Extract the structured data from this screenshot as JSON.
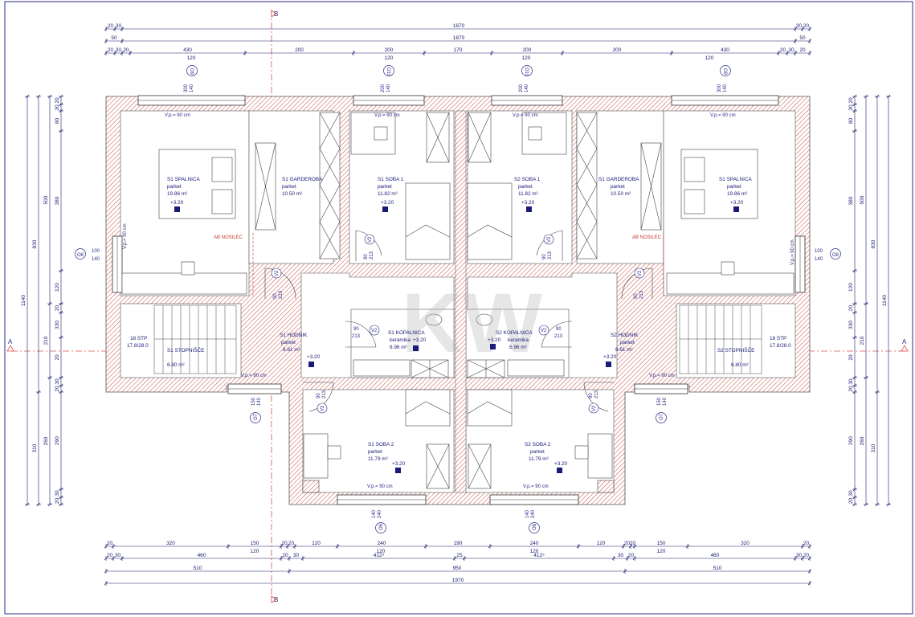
{
  "section": {
    "a_label": "A",
    "b_label": "B"
  },
  "dims_top_row1": [
    "20",
    "30",
    "1870",
    "30",
    "20"
  ],
  "dims_top_row2": [
    "50",
    "1870",
    "50"
  ],
  "dims_top_row3": [
    "20",
    "30",
    "20",
    "430",
    "200",
    "200",
    "170",
    "200",
    "200",
    "430",
    "20",
    "30",
    "20"
  ],
  "dims_top_row3_sub": [
    "120",
    "120",
    "120",
    "120"
  ],
  "dims_bottom_row1": [
    "20",
    "320",
    "150",
    "20",
    "20",
    "120",
    "240",
    "190",
    "240",
    "120",
    "20",
    "20",
    "150",
    "320",
    "20"
  ],
  "dims_bottom_row1_sub": [
    "120",
    "120",
    "120",
    "120"
  ],
  "dims_bottom_row2": [
    "20",
    "30",
    "460",
    "20",
    "30",
    "412⁵",
    "25",
    "412⁵",
    "30",
    "20",
    "460",
    "30",
    "20"
  ],
  "dims_bottom_row3": [
    "510",
    "950",
    "510"
  ],
  "dims_bottom_row4": "1970",
  "dims_left_outer": "1140",
  "dims_left_mid": [
    "830",
    "310"
  ],
  "dims_left_inner": [
    "500",
    "210",
    "260"
  ],
  "dims_left_detail": [
    "20",
    "30",
    "80",
    "380",
    "120",
    "20",
    "330",
    "20",
    "30",
    "20",
    "290",
    "30",
    "20"
  ],
  "dims_right_outer": "1140",
  "dims_right_mid": [
    "830",
    "310"
  ],
  "dims_right_inner": [
    "500",
    "210",
    "260"
  ],
  "dims_right_detail": [
    "20",
    "30",
    "80",
    "380",
    "120",
    "20",
    "330",
    "20",
    "30",
    "20",
    "290",
    "30",
    "20"
  ],
  "windows": [
    {
      "id": "O9",
      "w": "140",
      "h": "300"
    },
    {
      "id": "O10",
      "w": "140",
      "h": "200"
    },
    {
      "id": "O10",
      "w": "140",
      "h": "200"
    },
    {
      "id": "O9",
      "w": "140",
      "h": "300"
    },
    {
      "id": "O8",
      "w": "140",
      "h": "100"
    },
    {
      "id": "O8",
      "w": "140",
      "h": "100"
    },
    {
      "id": "O7",
      "w": "140",
      "h": "150"
    },
    {
      "id": "O7",
      "w": "140",
      "h": "150"
    },
    {
      "id": "O6",
      "w": "240",
      "h": "140"
    },
    {
      "id": "O6",
      "w": "240",
      "h": "140"
    }
  ],
  "vp_label": "V.p.= 90 cm",
  "doors": [
    {
      "id": "V2",
      "w": "90",
      "h": "213"
    },
    {
      "id": "V2",
      "w": "90",
      "h": "213"
    },
    {
      "id": "V2",
      "w": "90",
      "h": "213"
    },
    {
      "id": "V2",
      "w": "90",
      "h": "213"
    },
    {
      "id": "V2",
      "w": "90",
      "h": "213"
    },
    {
      "id": "V2",
      "w": "90",
      "h": "213"
    },
    {
      "id": "V2",
      "w": "90",
      "h": "213"
    },
    {
      "id": "V2",
      "w": "90",
      "h": "213"
    }
  ],
  "rooms": [
    {
      "name": "S1 SPALNICA",
      "floor": "parket",
      "area": "19.86 m²",
      "level": "+3.20"
    },
    {
      "name": "S1 GARDEROBA",
      "floor": "parket",
      "area": "10.50 m²",
      "level": ""
    },
    {
      "name": "S1 SOBA 1",
      "floor": "parket",
      "area": "11.82 m²",
      "level": "+3.20"
    },
    {
      "name": "S2 SOBA 1",
      "floor": "parket",
      "area": "11.82 m²",
      "level": "+3.20"
    },
    {
      "name": "S1 GARDEROBA",
      "floor": "parket",
      "area": "10.50 m²",
      "level": ""
    },
    {
      "name": "S1 SPALNICA",
      "floor": "parket",
      "area": "19.86 m²",
      "level": "+3.20"
    },
    {
      "name": "S1 HODNIK",
      "floor": "parket",
      "area": "8.61 m²",
      "level": "+3.20"
    },
    {
      "name": "S1 KOPALNICA",
      "floor": "keramika",
      "area": "6.96 m²",
      "level": "+3.20"
    },
    {
      "name": "S2 KOPALNICA",
      "floor": "keramika",
      "area": "6.96 m²",
      "level": "+3.20"
    },
    {
      "name": "S2 HODNIK",
      "floor": "parket",
      "area": "8.61 m²",
      "level": "+3.20"
    },
    {
      "name": "S1 STOPNIŠČE",
      "floor": "",
      "area": "6.80 m²",
      "level": ""
    },
    {
      "name": "S2 STOPNIŠČE",
      "floor": "",
      "area": "6.80 m²",
      "level": ""
    },
    {
      "name": "S1 SOBA 2",
      "floor": "parket",
      "area": "11.79 m²",
      "level": "+3.20"
    },
    {
      "name": "S2 SOBA 2",
      "floor": "parket",
      "area": "11.79 m²",
      "level": "+3.20"
    }
  ],
  "stairs": [
    {
      "count": "18 STP",
      "ratio": "17.8/28.0"
    },
    {
      "count": "18 STP",
      "ratio": "17.8/28.0"
    }
  ],
  "notes": [
    "AB NOSILEC",
    "AB NOSILEC"
  ],
  "watermark": "KW",
  "colors": {
    "wall_hatch": "#c0392b",
    "dim_line": "#1a1a6e",
    "section_line": "#e05050",
    "frame": "#2a2a8a"
  }
}
